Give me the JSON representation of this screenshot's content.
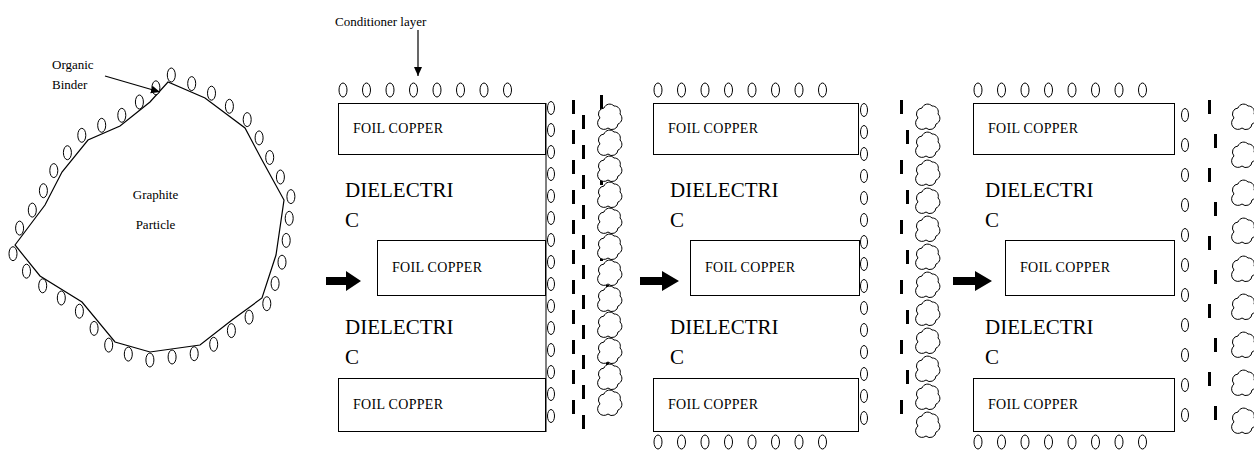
{
  "diagram": {
    "nodes": [
      {
        "text": [
          "FOIL COPPER"
        ]
      },
      {
        "text": [
          "FOIL COPPER"
        ]
      },
      {
        "text": [
          "FOIL COPPER"
        ]
      },
      {
        "text": [
          "FOIL COPPER"
        ]
      },
      {
        "text": [
          "FOIL COPPER"
        ]
      },
      {
        "text": [
          "FOIL COPPER"
        ]
      },
      {
        "text": [
          "FOIL COPPER"
        ]
      },
      {
        "text": [
          "FOIL COPPER"
        ]
      },
      {
        "text": [
          "FOIL COPPER"
        ]
      }
    ],
    "labels": [
      "Organic Binder",
      "Graphite Particle",
      "Conditioner layer",
      "DIELECTRI C",
      "DIELECTRI C",
      "DIELECTRI C",
      "DIELECTRI C",
      "DIELECTRI C",
      "DIELECTRI C"
    ]
  }
}
